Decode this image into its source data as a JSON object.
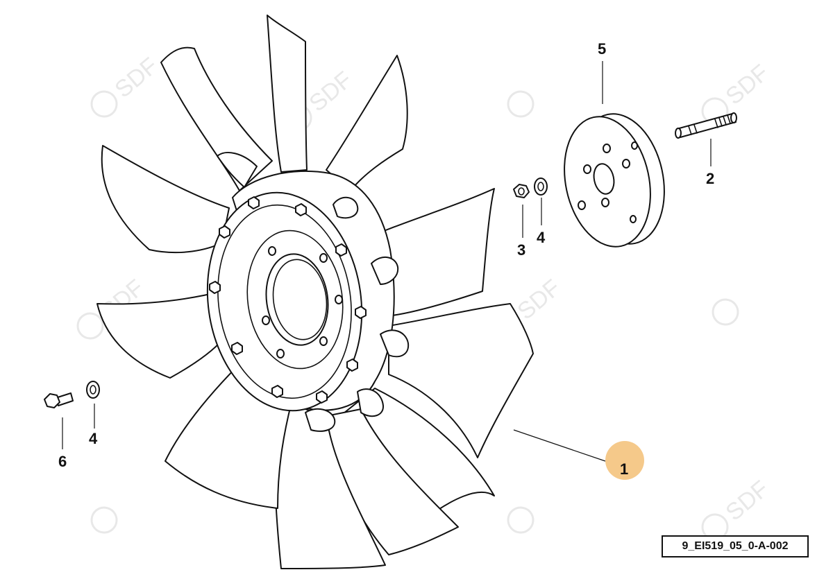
{
  "callouts": {
    "part_1": "1",
    "part_2": "2",
    "part_3": "3",
    "part_4a": "4",
    "part_4b": "4",
    "part_5": "5",
    "part_6": "6"
  },
  "highlight_color": "#f5c98a",
  "watermark": {
    "text": "SDF"
  },
  "reference_code": "9_EI519_05_0-A-002"
}
